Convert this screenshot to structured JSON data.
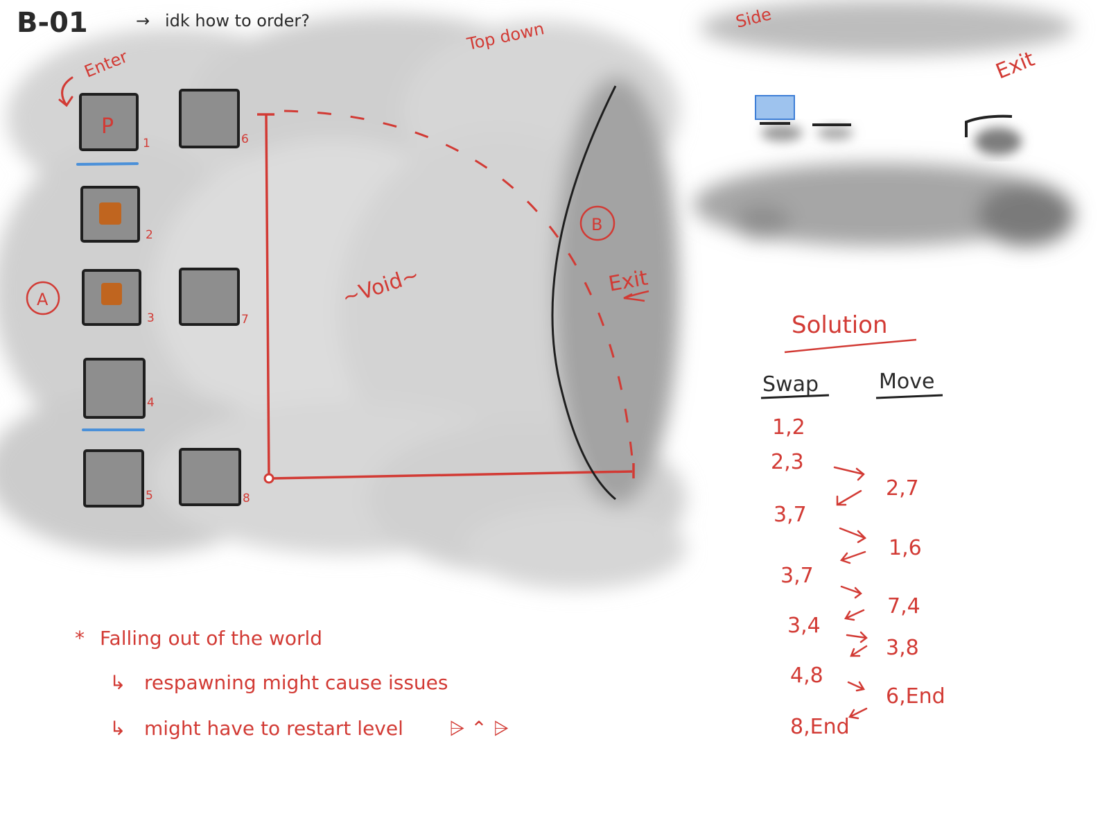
{
  "header": {
    "level_id": "B-01",
    "arrow": "→",
    "question": "idk how to order?"
  },
  "views": {
    "top_down": "Top down",
    "side": "Side",
    "side_exit": "Exit"
  },
  "map": {
    "enter": "Enter",
    "void": "~Void~",
    "exit": "Exit",
    "zone_a": "A",
    "zone_b": "B",
    "player_marker": "P",
    "tiles": {
      "t1": "1",
      "t2": "2",
      "t3": "3",
      "t4": "4",
      "t5": "5",
      "t6": "6",
      "t7": "7",
      "t8": "8"
    }
  },
  "solution": {
    "title": "Solution",
    "swap_header": "Swap",
    "move_header": "Move",
    "swap": [
      "1,2",
      "2,3",
      "3,7",
      "3,7",
      "3,4",
      "4,8",
      "8,End"
    ],
    "move": [
      "2,7",
      "1,6",
      "7,4",
      "3,8",
      "6,End"
    ]
  },
  "notes": {
    "bullet": "*",
    "main": "Falling out of the world",
    "sub_arrow": "↳",
    "sub1": "respawning might cause issues",
    "sub2": "might have to restart level",
    "face": "⩥ ⌃ ⩥"
  },
  "colors": {
    "annotation_red": "#d23a34",
    "ink": "#2a2a2a",
    "tile_fill": "#8e8e8e",
    "crate_orange": "#c0651f",
    "separator_blue": "#4a90d9",
    "sketch_gray": "#c8c8c8",
    "side_block_blue": "#9ec3ee"
  }
}
